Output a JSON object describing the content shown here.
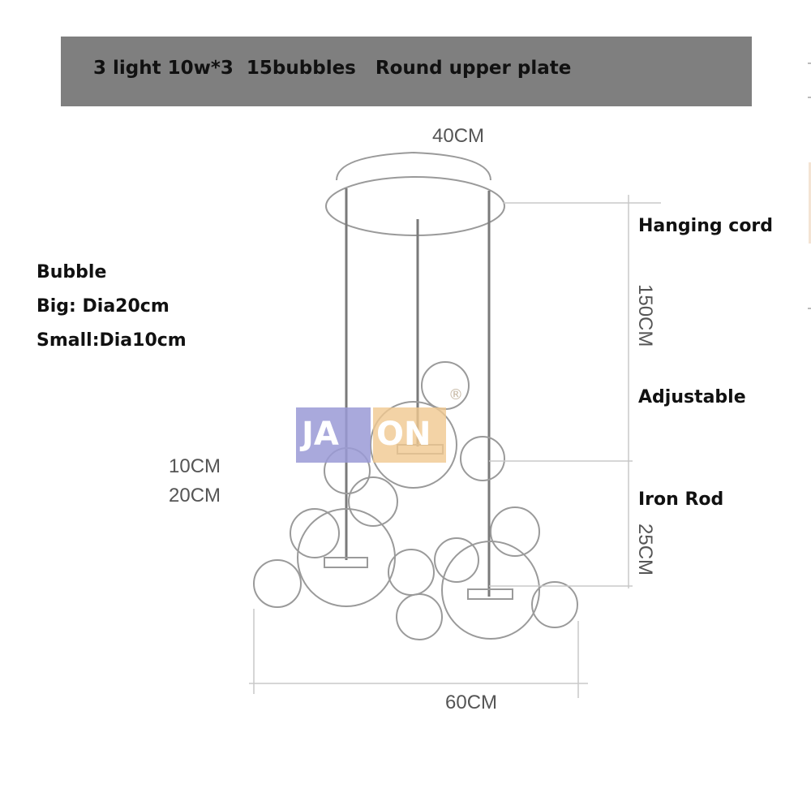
{
  "banner": {
    "text": "3 light 10w*3  15bubbles   Round upper plate"
  },
  "specs": {
    "bubble": "Bubble",
    "big": "Big: Dia20cm",
    "small": "Small:Dia10cm"
  },
  "annotations": {
    "hanging_cord": "Hanging cord",
    "adjustable": "Adjustable",
    "iron_rod": "Iron Rod"
  },
  "dimensions": {
    "top_width": "40CM",
    "cord_length": "150CM",
    "rod_length": "25CM",
    "small_bubble": "10CM",
    "big_bubble": "20CM",
    "total_width": "60CM"
  },
  "watermark": {
    "left": "JA",
    "right": "ON",
    "registered": "®",
    "colors": {
      "left": "#9a9ad6",
      "right": "#f0c890"
    }
  },
  "colors": {
    "banner": "#7f7f7f",
    "line": "#9a9a9a"
  }
}
